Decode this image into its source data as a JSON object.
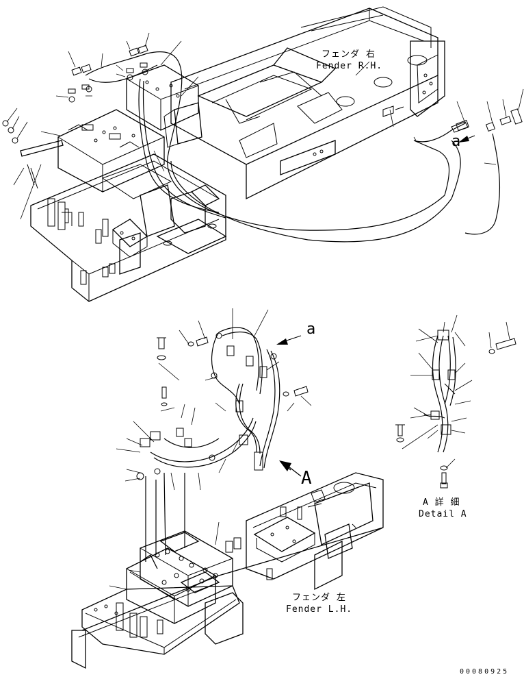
{
  "labels": {
    "fender_rh_jp": "フェンダ 右",
    "fender_rh_en": "Fender R.H.",
    "fender_lh_jp": "フェンダ 左",
    "fender_lh_en": "Fender L.H.",
    "detail_a_jp": "A 詳 細",
    "detail_a_en": "Detail A",
    "ref_a_upper": "a",
    "ref_a_middle": "a",
    "view_arrow_label": "A",
    "drawing_code": "00080925"
  }
}
